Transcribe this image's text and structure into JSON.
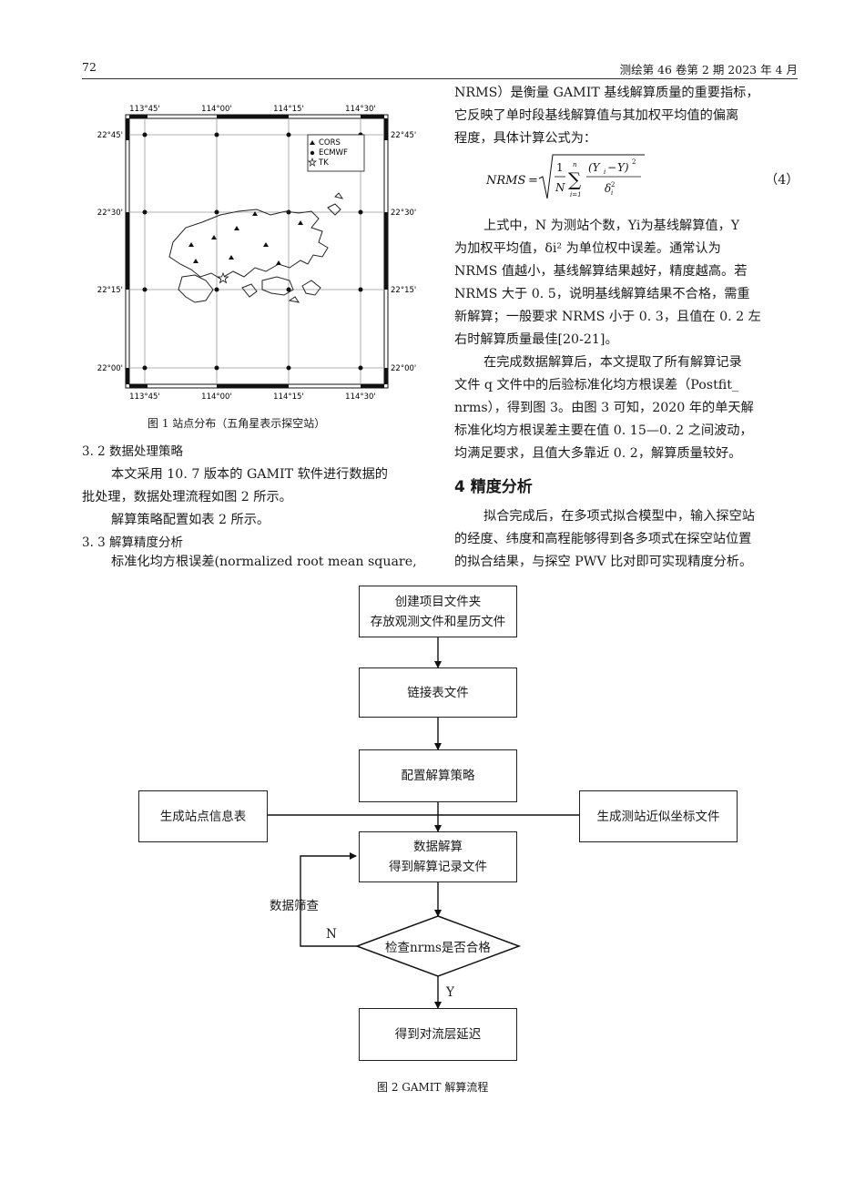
{
  "header": {
    "page_number": "72",
    "journal": "测绘第 46 卷第 2 期 2023 年 4 月"
  },
  "figure1": {
    "top_ticks": [
      "113°45'",
      "114°00'",
      "114°15'",
      "114°30'"
    ],
    "left_ticks": [
      "22°45'",
      "22°30'",
      "22°15'",
      "22°00'"
    ],
    "right_ticks": [
      "22°45'",
      "22°30'",
      "22°15'",
      "22°00'"
    ],
    "legend": [
      {
        "icon": "triangle",
        "label": "CORS"
      },
      {
        "icon": "dot",
        "label": "ECMWF"
      },
      {
        "icon": "star",
        "label": "TK"
      }
    ],
    "caption": "图 1  站点分布（五角星表示探空站）"
  },
  "left_col": {
    "s32_title": "3. 2  数据处理策略",
    "p1_line1": "本文采用 10. 7 版本的 GAMIT 软件进行数据的",
    "p1_line2": "批处理，数据处理流程如图 2 所示。",
    "p2": "解算策略配置如表 2 所示。",
    "s33_title": "3. 3  解算精度分析",
    "p3_line1": "标准化均方根误差(normalized root mean square,"
  },
  "right_col": {
    "lines_a": [
      "NRMS）是衡量 GAMIT 基线解算质量的重要指标，",
      "它反映了单时段基线解算值与其加权平均值的偏离",
      "程度，具体计算公式为："
    ],
    "formula_number": "（4）",
    "lines_b": [
      "上式中，N 为测站个数，Yi为基线解算值，Y",
      "为加权平均值，δi² 为单位权中误差。通常认为",
      "NRMS 值越小，基线解算结果越好，精度越高。若",
      "NRMS 大于 0. 5，说明基线解算结果不合格，需重",
      "新解算；一般要求 NRMS 小于 0. 3，且值在 0. 2 左",
      "右时解算质量最佳[20-21]。"
    ],
    "lines_c": [
      "在完成数据解算后，本文提取了所有解算记录",
      "文件 q 文件中的后验标准化均方根误差（Postfit_",
      "nrms），得到图 3。由图 3 可知，2020 年的单天解",
      "标准化均方根误差主要在值 0. 15—0. 2 之间波动，",
      "均满足要求，且值大多靠近 0. 2，解算质量较好。"
    ],
    "s4_title": "4   精度分析",
    "lines_d": [
      "拟合完成后，在多项式拟合模型中，输入探空站",
      "的经度、纬度和高程能够得到各多项式在探空站位置",
      "的拟合结果，与探空 PWV 比对即可实现精度分析。"
    ]
  },
  "flowchart": {
    "step1_line1": "创建项目文件夹",
    "step1_line2": "存放观测文件和星历文件",
    "step2": "链接表文件",
    "step3": "配置解算策略",
    "side_left": "生成站点信息表",
    "side_right": "生成测站近似坐标文件",
    "step4_line1": "数据解算",
    "step4_line2": "得到解算记录文件",
    "decision": "检查nrms是否合格",
    "loop_label": "数据筛查",
    "no_label": "N",
    "yes_label": "Y",
    "step5": "得到对流层延迟",
    "caption": "图 2  GAMIT 解算流程"
  }
}
